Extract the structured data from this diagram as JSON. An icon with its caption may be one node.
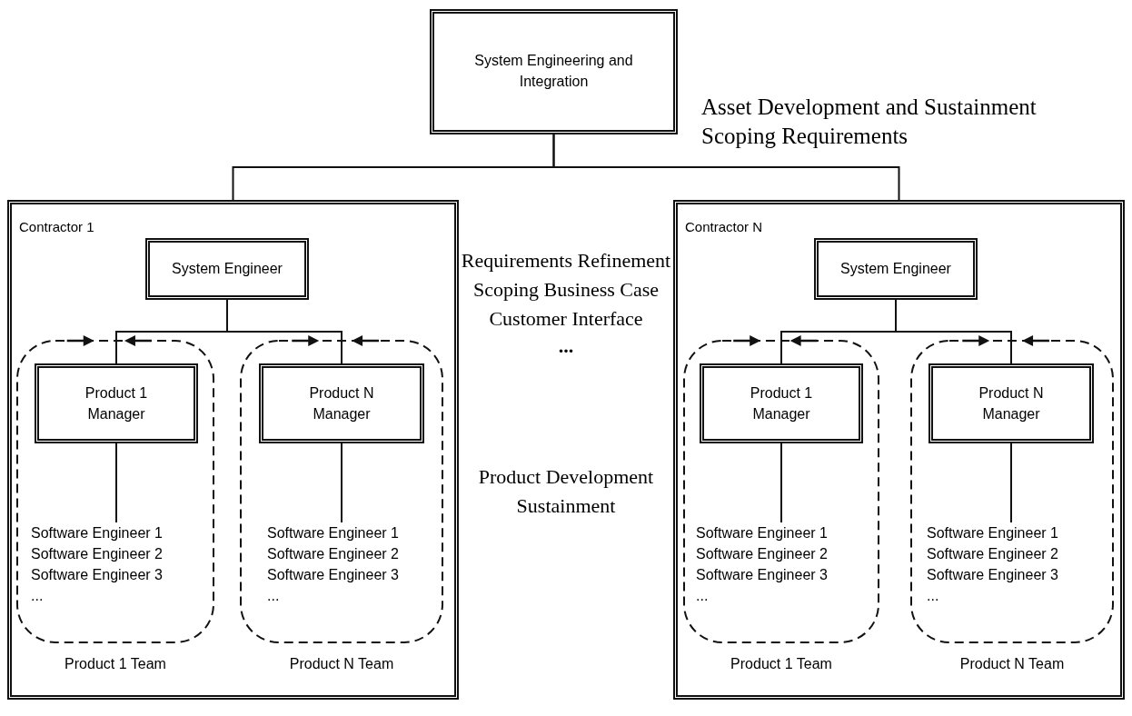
{
  "diagram": {
    "nodes": [
      {
        "text": [
          "System Engineering and Integration"
        ]
      },
      {
        "text": [
          "Contractor 1"
        ]
      },
      {
        "text": [
          "System Engineer"
        ],
        "in": 1
      },
      {
        "text": [
          "Product 1 Team"
        ],
        "in": 1
      },
      {
        "text": [
          "Product 1 Manager"
        ],
        "in": 3
      },
      {
        "text": [
          "Software Engineer 1",
          "Software Engineer 2",
          "Software Engineer 3",
          "..."
        ],
        "in": 3
      },
      {
        "text": [
          "Product N Team"
        ],
        "in": 1
      },
      {
        "text": [
          "Product N Manager"
        ],
        "in": 6
      },
      {
        "text": [
          "Software Engineer 1",
          "Software Engineer 2",
          "Software Engineer 3",
          "..."
        ],
        "in": 6
      },
      {
        "text": [
          "Contractor N"
        ]
      },
      {
        "text": [
          "System Engineer"
        ],
        "in": 9
      },
      {
        "text": [
          "Product 1 Team"
        ],
        "in": 9
      },
      {
        "text": [
          "Product 1 Manager"
        ],
        "in": 11
      },
      {
        "text": [
          "Software Engineer 1",
          "Software Engineer 2",
          "Software Engineer 3",
          "..."
        ],
        "in": 11
      },
      {
        "text": [
          "Product N Team"
        ],
        "in": 9
      },
      {
        "text": [
          "Product N Manager"
        ],
        "in": 14
      },
      {
        "text": [
          "Software Engineer 1",
          "Software Engineer 2",
          "Software Engineer 3",
          "..."
        ],
        "in": 14
      }
    ],
    "edges": [
      {
        "from": 0,
        "to": 1,
        "arrow": "none"
      },
      {
        "from": 0,
        "to": 9,
        "arrow": "none"
      },
      {
        "from": 2,
        "to": 4,
        "arrow": "none"
      },
      {
        "from": 2,
        "to": 7,
        "arrow": "none"
      },
      {
        "from": 4,
        "to": 5,
        "arrow": "none"
      },
      {
        "from": 7,
        "to": 8,
        "arrow": "none"
      },
      {
        "from": 10,
        "to": 12,
        "arrow": "none"
      },
      {
        "from": 10,
        "to": 15,
        "arrow": "none"
      },
      {
        "from": 12,
        "to": 13,
        "arrow": "none"
      },
      {
        "from": 15,
        "to": 16,
        "arrow": "none"
      }
    ],
    "labels": [
      "Asset Development and Sustainment",
      "Scoping Requirements",
      "Requirements Refinement",
      "Scoping Business Case",
      "Customer Interface",
      "...",
      "Product Development",
      "Sustainment"
    ]
  }
}
